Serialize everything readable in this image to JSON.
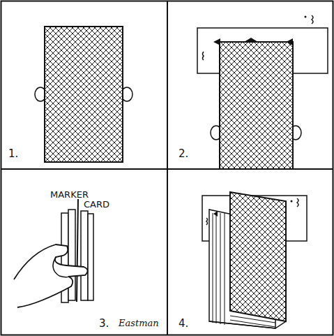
{
  "diagram": {
    "labels": [
      "1.",
      "2.",
      "3.",
      "4.",
      "MARKER CARD",
      "Eastman"
    ]
  }
}
